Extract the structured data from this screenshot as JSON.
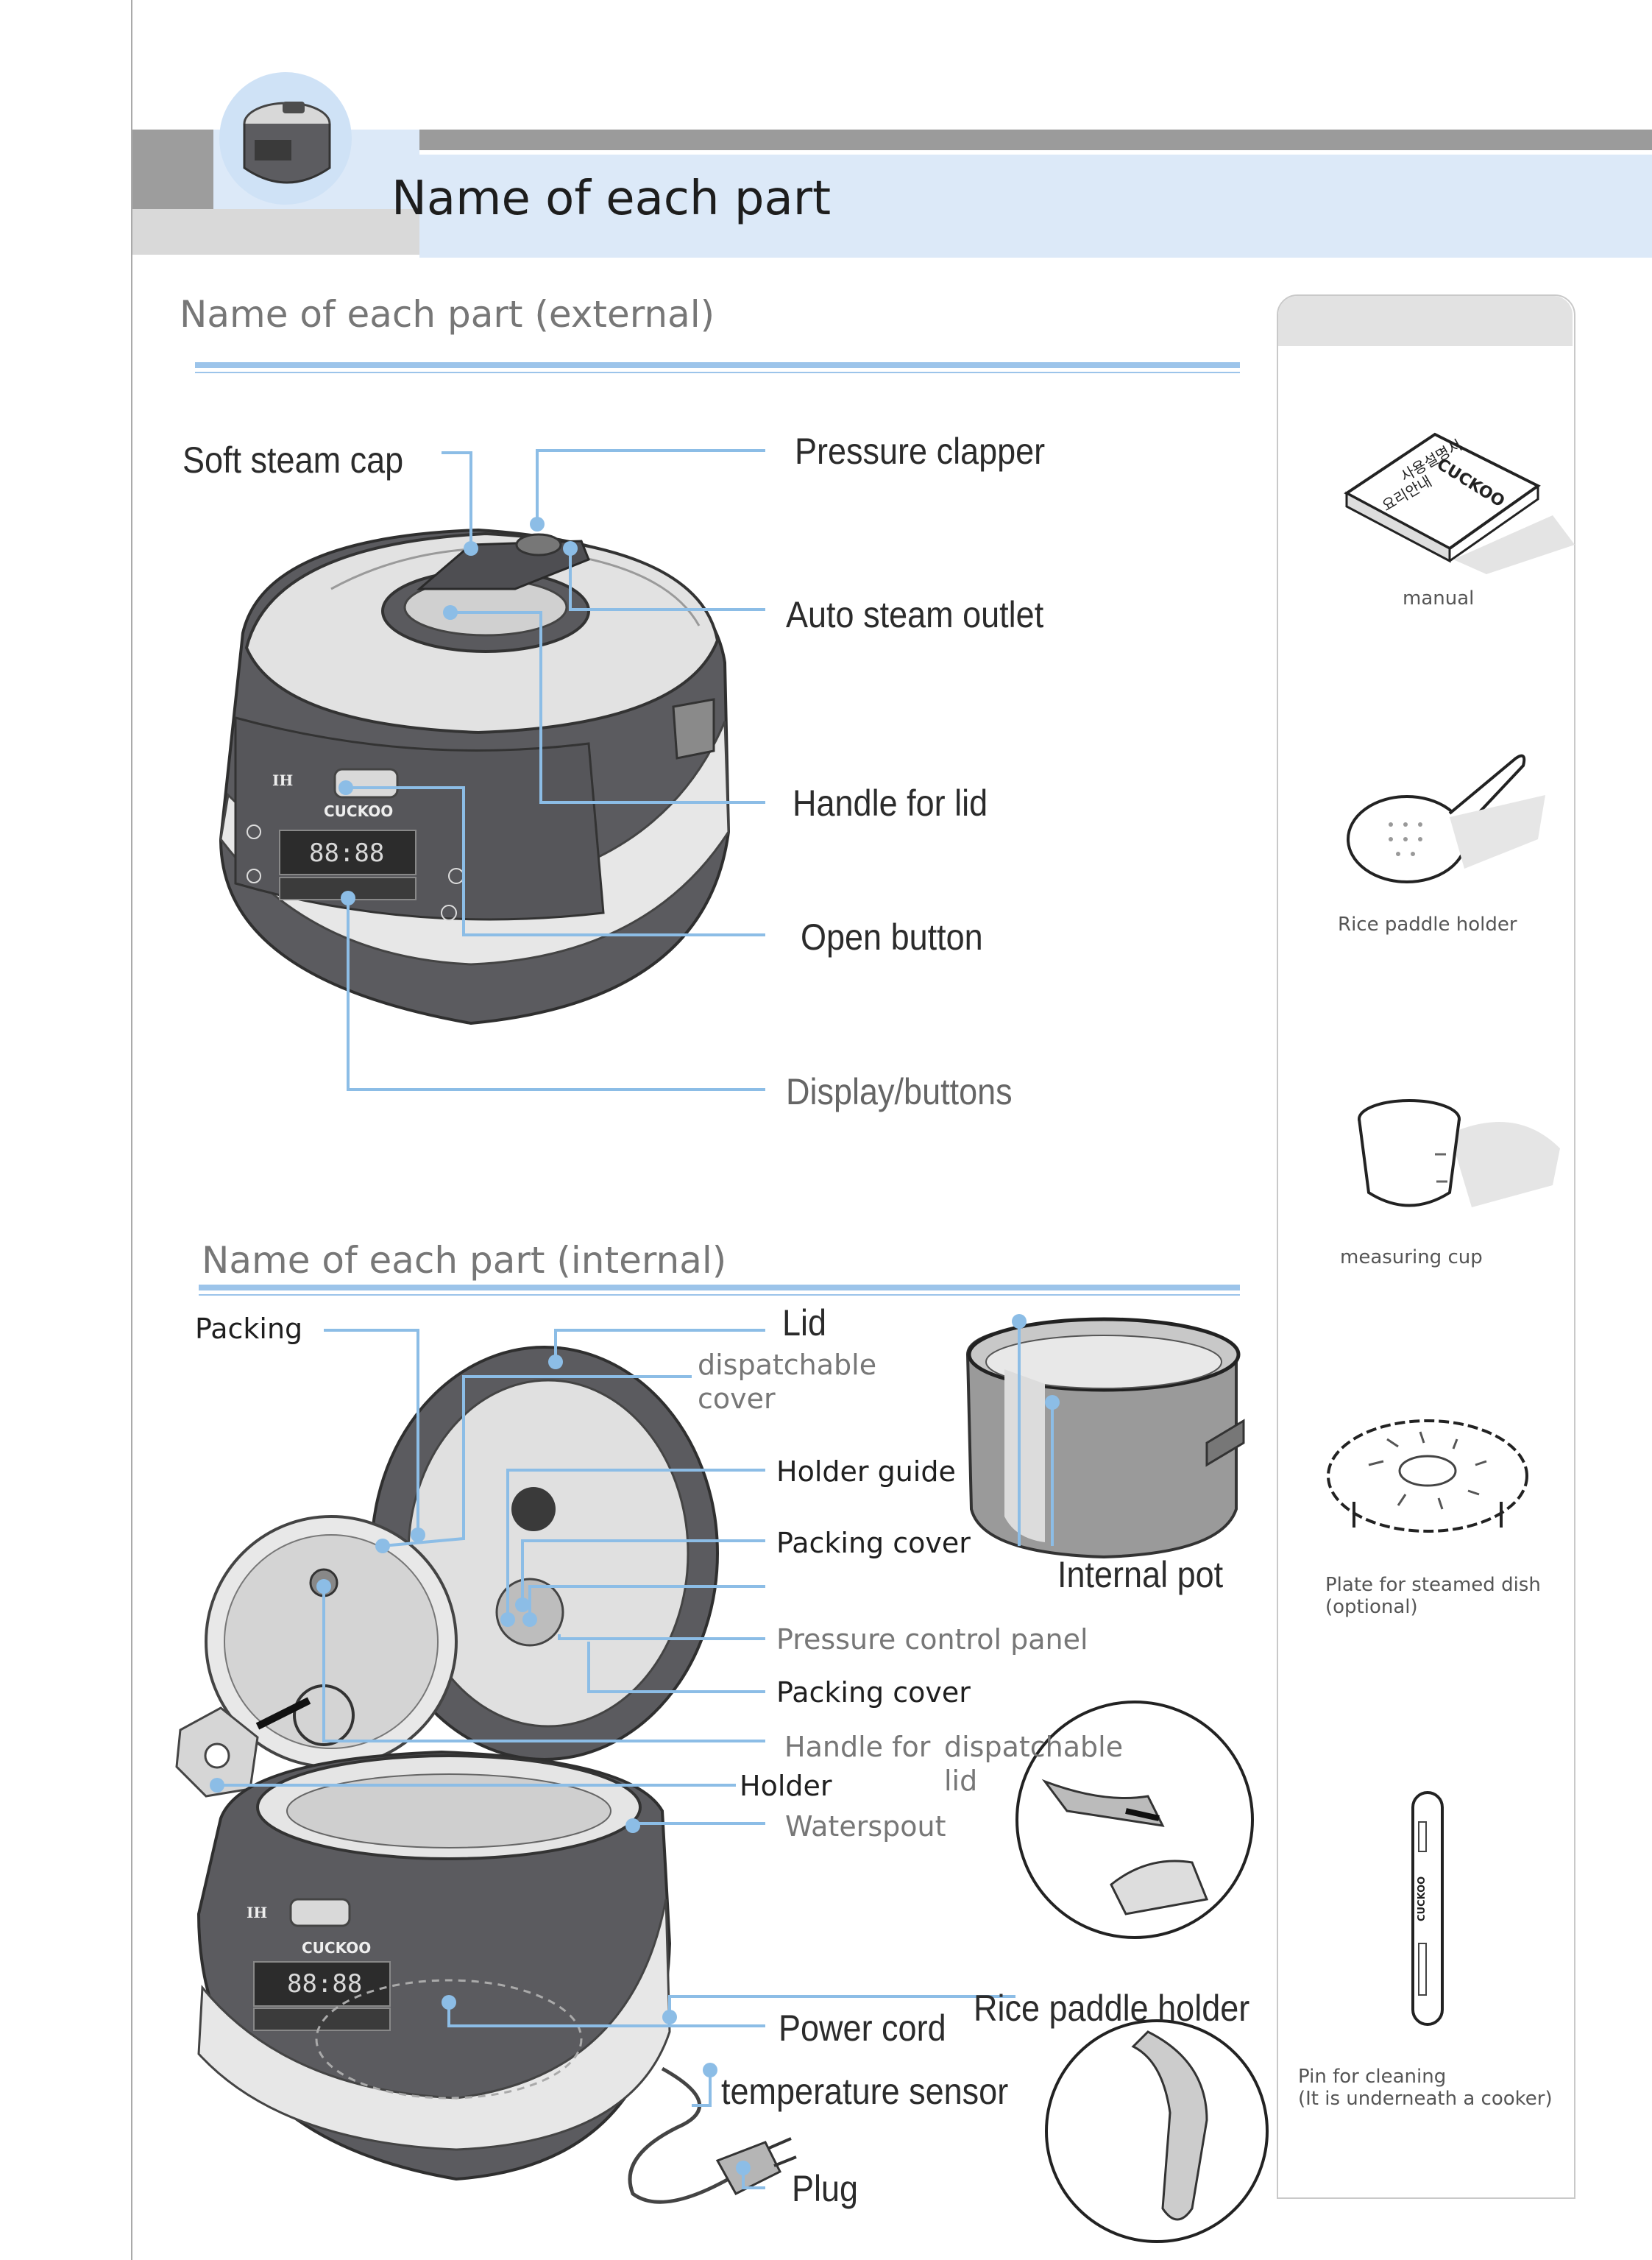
{
  "header": {
    "title": "Name of each part"
  },
  "external": {
    "heading": "Name of each part (external)",
    "labels": {
      "soft_steam_cap": "Soft steam cap",
      "pressure_clapper": "Pressure clapper",
      "auto_steam_outlet": "Auto steam outlet",
      "handle_for_lid": "Handle for lid",
      "open_button": "Open button",
      "display_buttons": "Display/buttons"
    }
  },
  "internal": {
    "heading": "Name of each part (internal)",
    "labels": {
      "packing": "Packing",
      "lid": "Lid",
      "dispatchable_cover_1": "dispatchable",
      "dispatchable_cover_2": "cover",
      "holder_guide": "Holder guide",
      "packing_cover_1": "Packing cover",
      "internal_pot": "Internal pot",
      "pressure_control_panel": "Pressure control panel",
      "packing_cover_2": "Packing cover",
      "handle_for": "Handle for",
      "dispatchable_lid_1": "dispatchable",
      "dispatchable_lid_2": "lid",
      "holder": "Holder",
      "waterspout": "Waterspout",
      "power_cord": "Power cord",
      "rice_paddle_holder": "Rice paddle holder",
      "temperature_sensor": "temperature sensor",
      "plug": "Plug"
    }
  },
  "accessories": {
    "items": [
      {
        "caption": "manual"
      },
      {
        "caption": "Rice paddle holder"
      },
      {
        "caption": "measuring cup"
      },
      {
        "caption_1": "Plate for steamed dish",
        "caption_2": "(optional)"
      },
      {
        "caption_1": "Pin for cleaning",
        "caption_2": "(It is underneath a cooker)"
      }
    ],
    "manual_brand": "CUCKOO",
    "manual_title_1": "사용설명서",
    "manual_title_2": "요리안내",
    "pin_brand": "CUCKOO"
  },
  "cooker": {
    "brand": "CUCKOO",
    "ih_mark": "IH",
    "display_digits": "88:88"
  },
  "colors": {
    "accent_blue": "#8cbde6",
    "header_band": "#dce9f8",
    "header_gray": "#9b9b9b",
    "cooker_dark": "#5a5a5e",
    "cooker_light": "#e4e4e4"
  }
}
